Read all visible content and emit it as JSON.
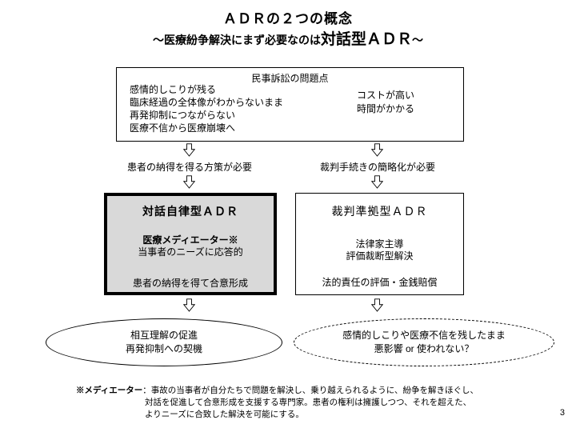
{
  "slide": {
    "title": "ＡＤＲの２つの概念",
    "subtitle_prefix": "～医療紛争解決にまず必要なのは",
    "subtitle_emphasis": "対話型ＡＤＲ",
    "subtitle_suffix": "～",
    "page_number": "3"
  },
  "problem_box": {
    "title": "民事訴訟の問題点",
    "left_items": [
      "感情的しこりが残る",
      "臨床経過の全体像がわからないまま",
      "再発抑制につながらない",
      "医療不信から医療崩壊へ"
    ],
    "right_items": [
      "コストが高い",
      "時間がかかる"
    ]
  },
  "needs": {
    "left": "患者の納得を得る方策が必要",
    "right": "裁判手続きの簡略化が必要"
  },
  "dialog_box": {
    "title": "対話自律型ＡＤＲ",
    "line1": "医療メディエーター※",
    "line2": "当事者のニーズに応答的",
    "line3": "患者の納得を得て合意形成"
  },
  "court_box": {
    "title": "裁判準拠型ＡＤＲ",
    "line1": "法律家主導",
    "line2": "評価裁断型解決",
    "line3": "法的責任の評価・金銭賠償"
  },
  "outcome_left": {
    "line1": "相互理解の促進",
    "line2": "再発抑制への契機"
  },
  "outcome_right": {
    "line1": "感情的しこりや医療不信を残したまま",
    "line2": "悪影響 or 使われない？"
  },
  "footnote": {
    "term": "※メディエーター",
    "line1_rest": "：事故の当事者が自分たちで問題を解決し、乗り越えられるように、紛争を解きほぐし、",
    "line2": "対話を促進して合意形成を支援する専門家。患者の権利は擁護しつつ、それを超えた、",
    "line3": "よりニーズに合致した解決を可能にする。"
  }
}
